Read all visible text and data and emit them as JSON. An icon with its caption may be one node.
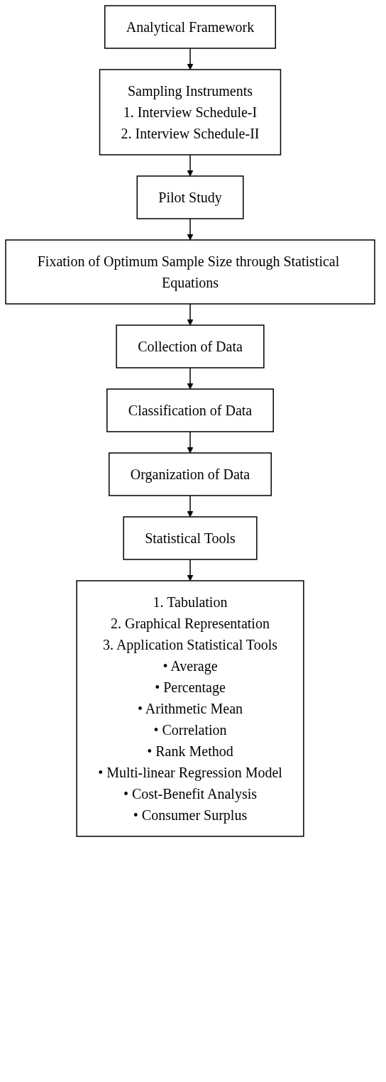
{
  "diagram": {
    "nodes": [
      {
        "text": [
          "Analytical Framework"
        ]
      },
      {
        "text": [
          "Sampling Instruments",
          "1. Interview Schedule-I",
          "2. Interview Schedule-II"
        ]
      },
      {
        "text": [
          "Pilot Study"
        ]
      },
      {
        "text": [
          "Fixation of Optimum Sample Size through Statistical Equations"
        ]
      },
      {
        "text": [
          "Collection of Data"
        ]
      },
      {
        "text": [
          "Classification of Data"
        ]
      },
      {
        "text": [
          "Organization of Data"
        ]
      },
      {
        "text": [
          "Statistical Tools"
        ]
      },
      {
        "text": [
          "1. Tabulation",
          "2. Graphical Representation",
          "3. Application Statistical Tools",
          "• Average",
          "• Percentage",
          "• Arithmetic Mean",
          "• Correlation",
          "• Rank Method",
          "• Multi-linear Regression Model",
          "• Cost-Benefit Analysis",
          "• Consumer Surplus"
        ]
      }
    ],
    "edges": [
      {
        "from": 0,
        "to": 1,
        "arrow": "to"
      },
      {
        "from": 1,
        "to": 2,
        "arrow": "to"
      },
      {
        "from": 2,
        "to": 3,
        "arrow": "to"
      },
      {
        "from": 3,
        "to": 4,
        "arrow": "to"
      },
      {
        "from": 4,
        "to": 5,
        "arrow": "to"
      },
      {
        "from": 5,
        "to": 6,
        "arrow": "to"
      },
      {
        "from": 6,
        "to": 7,
        "arrow": "to"
      },
      {
        "from": 7,
        "to": 8,
        "arrow": "to"
      }
    ]
  }
}
